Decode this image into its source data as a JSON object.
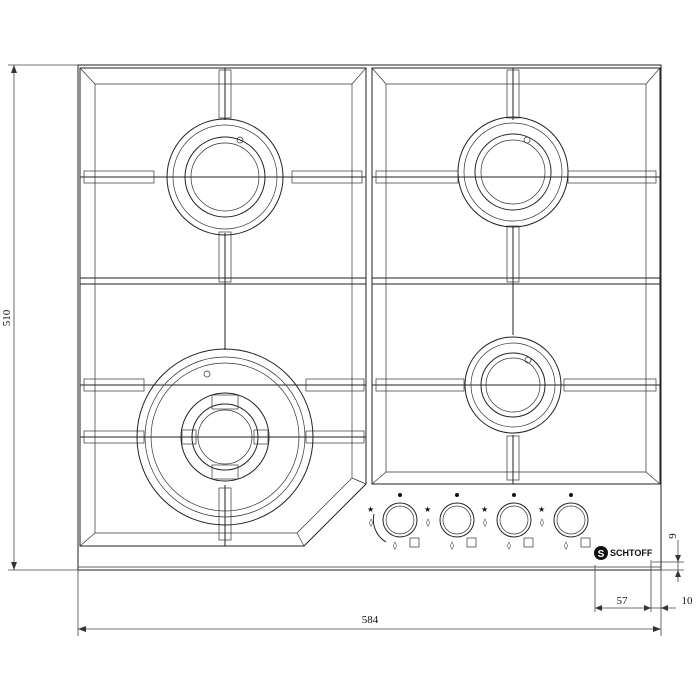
{
  "dimensions": {
    "height_label": "510",
    "width_label": "584",
    "offset_57": "57",
    "offset_10": "10",
    "offset_9": "9"
  },
  "brand": {
    "logo_letter": "S",
    "name": "SCHTOFF"
  },
  "burners": [
    {
      "id": "top-left"
    },
    {
      "id": "top-right"
    },
    {
      "id": "bottom-left-wok"
    },
    {
      "id": "bottom-right"
    }
  ],
  "knobs": [
    {
      "id": "knob-1"
    },
    {
      "id": "knob-2"
    },
    {
      "id": "knob-3"
    },
    {
      "id": "knob-4"
    }
  ],
  "colors": {
    "line": "#222222",
    "background": "#ffffff"
  }
}
